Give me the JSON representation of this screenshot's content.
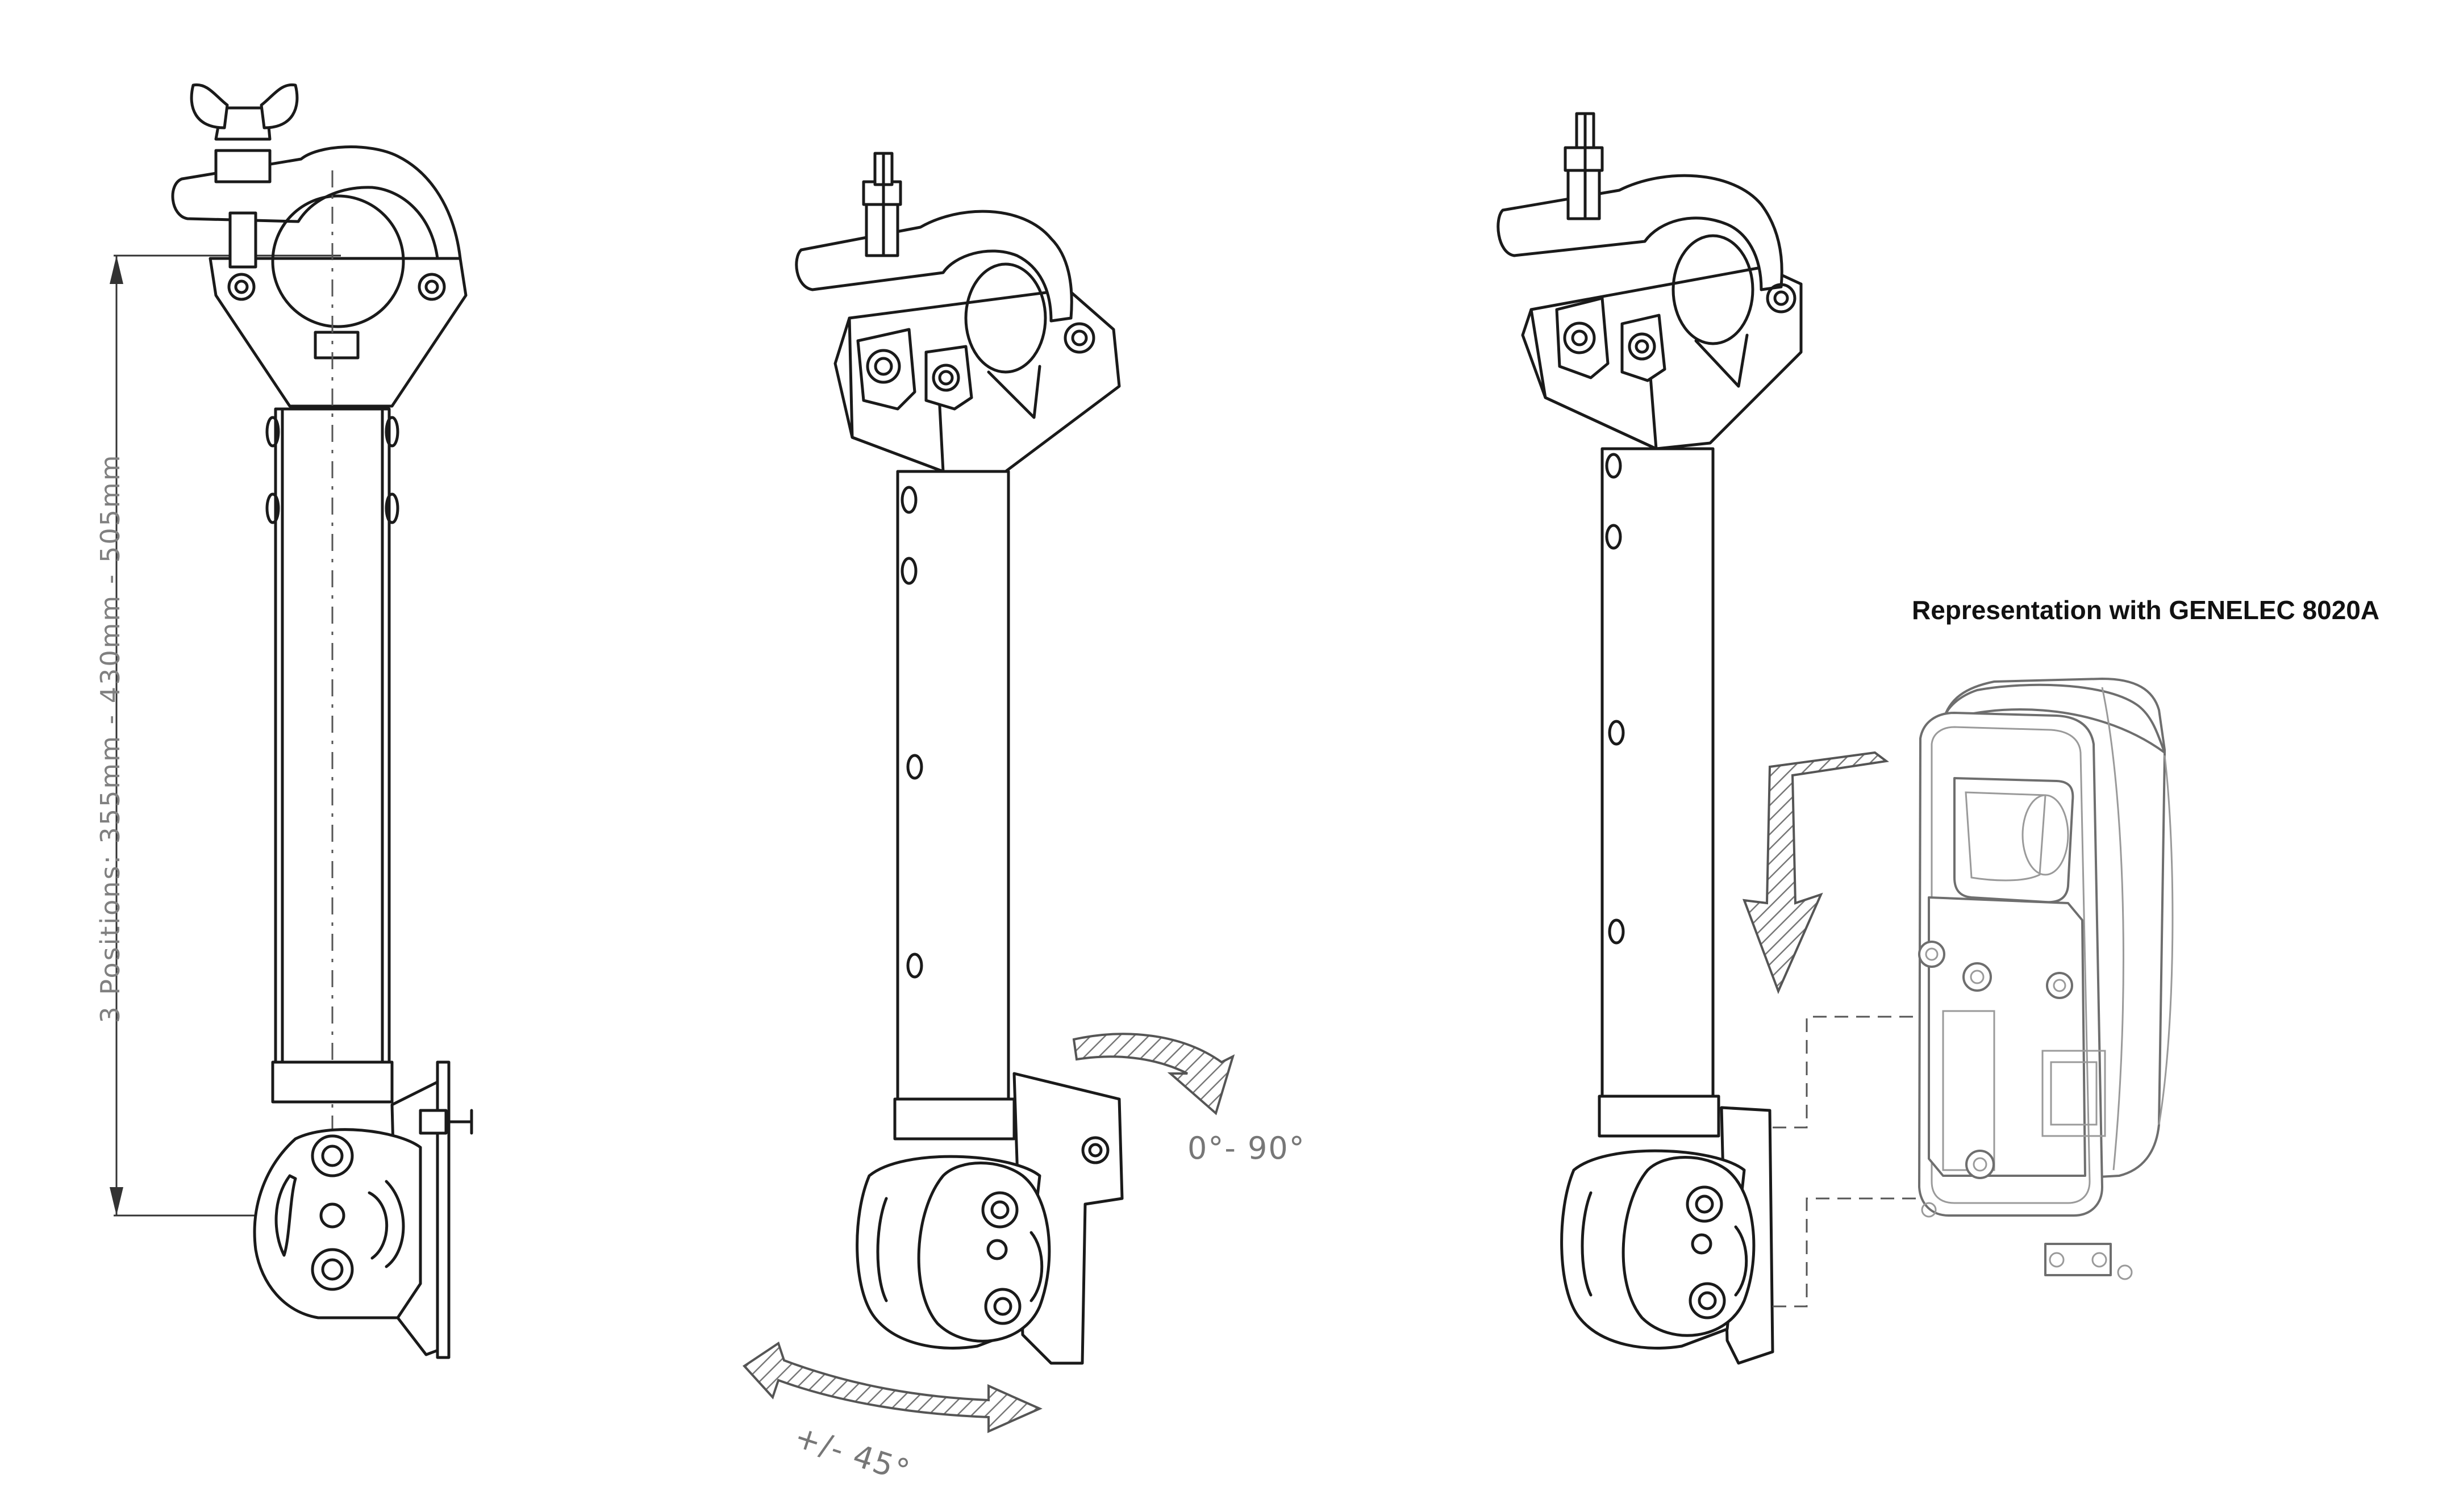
{
  "dimension": {
    "label": "3 Positions:  355mm  -  430mm  -  505mm"
  },
  "annotations": {
    "tilt": "0°- 90°",
    "swivel": "+/- 45°"
  },
  "representation": {
    "caption": "Representation with GENELEC 8020A"
  }
}
